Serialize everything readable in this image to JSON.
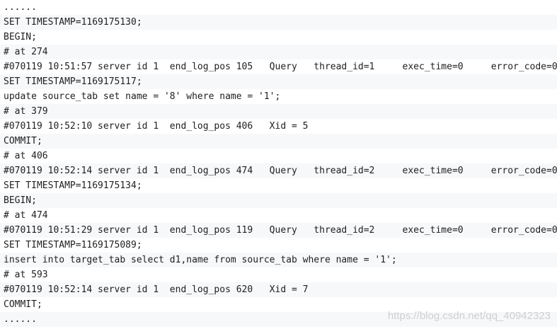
{
  "code": {
    "lines": [
      "......",
      "SET TIMESTAMP=1169175130;",
      "BEGIN;",
      "# at 274",
      "#070119 10:51:57 server id 1  end_log_pos 105   Query   thread_id=1     exec_time=0     error_code=0",
      "SET TIMESTAMP=1169175117;",
      "update source_tab set name = '8' where name = '1';",
      "# at 379",
      "#070119 10:52:10 server id 1  end_log_pos 406   Xid = 5",
      "COMMIT;",
      "# at 406",
      "#070119 10:52:14 server id 1  end_log_pos 474   Query   thread_id=2     exec_time=0     error_code=0",
      "SET TIMESTAMP=1169175134;",
      "BEGIN;",
      "# at 474",
      "#070119 10:51:29 server id 1  end_log_pos 119   Query   thread_id=2     exec_time=0     error_code=0",
      "SET TIMESTAMP=1169175089;",
      "insert into target_tab select d1,name from source_tab where name = '1';",
      "# at 593",
      "#070119 10:52:14 server id 1  end_log_pos 620   Xid = 7",
      "COMMIT;",
      "......"
    ]
  },
  "watermark": {
    "text": "https://blog.csdn.net/qq_40942323"
  },
  "colors": {
    "text": "#1f1f1f",
    "row_shade": "#f6f8fa",
    "row_plain": "#ffffff",
    "watermark": "#c8c8c8"
  }
}
